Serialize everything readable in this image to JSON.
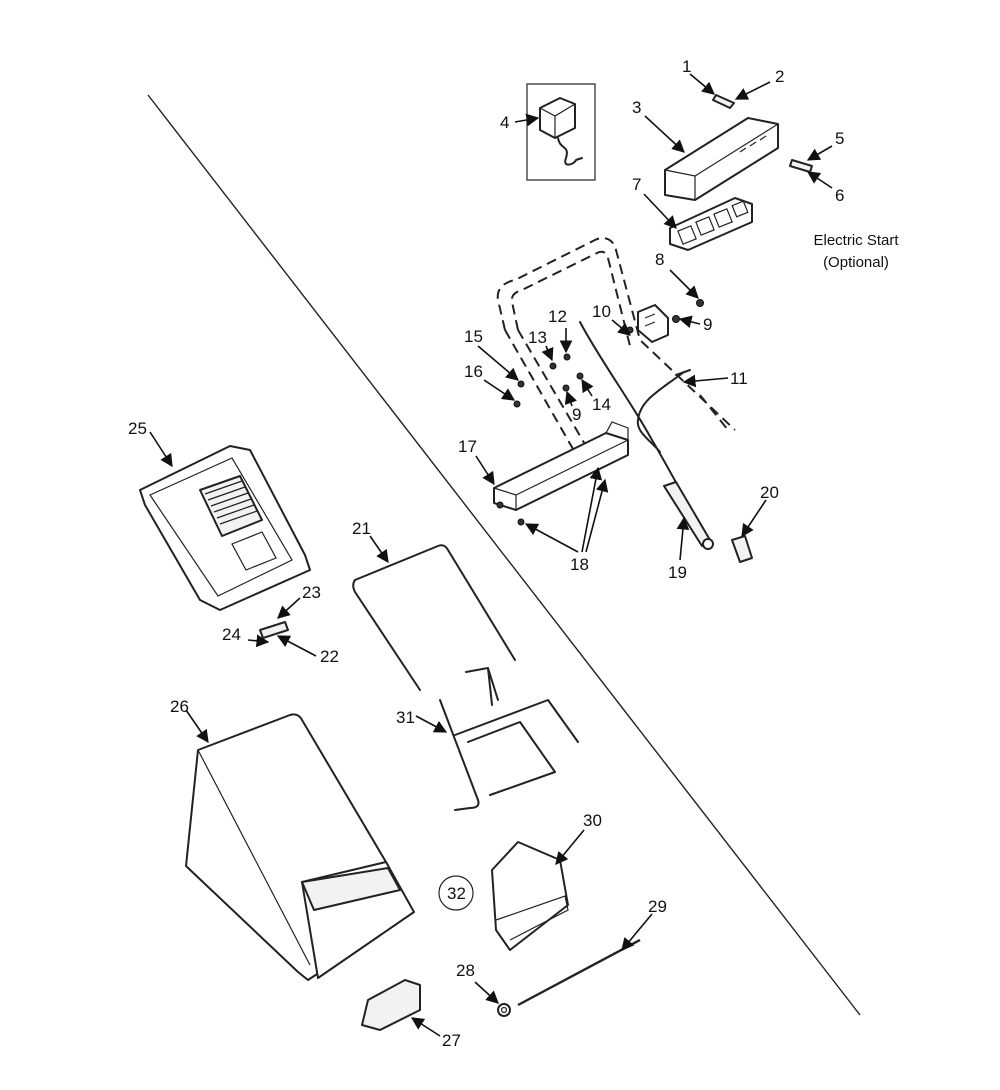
{
  "figure": {
    "note_lines": [
      "Electric Start",
      "(Optional)"
    ],
    "callouts": [
      "1",
      "2",
      "3",
      "4",
      "5",
      "6",
      "7",
      "8",
      "9",
      "10",
      "11",
      "12",
      "13",
      "14",
      "15",
      "16",
      "9",
      "17",
      "18",
      "19",
      "20",
      "21",
      "22",
      "23",
      "24",
      "25",
      "26",
      "27",
      "28",
      "29",
      "30",
      "31",
      "32"
    ]
  },
  "colors": {
    "ink": "#222222",
    "paper": "#ffffff"
  }
}
